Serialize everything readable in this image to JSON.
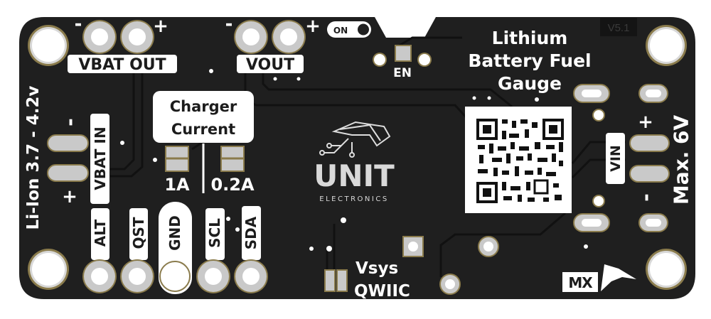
{
  "board": {
    "title_lines": [
      "Lithium",
      "Battery Fuel",
      "Gauge"
    ],
    "version": "V5.1",
    "switch_label": "ON",
    "en_label": "EN",
    "vbat_out_label": "VBAT OUT",
    "vout_label": "VOUT",
    "minus": "-",
    "plus": "+",
    "battery_range": "Li-Ion 3.7 - 4.2v",
    "vbat_in_label": "VBAT IN",
    "charger_lines": [
      "Charger",
      "Current"
    ],
    "current_1a": "1A",
    "current_02a": "0.2A",
    "pins": [
      "ALT",
      "QST",
      "GND",
      "SCL",
      "SDA"
    ],
    "brand": "UNIT",
    "brand_sub": "ELECTRONICS",
    "vsys_label": "Vsys",
    "qwiic_label": "QWIIC",
    "vin_label": "VIN",
    "max_label": "Max. 6V",
    "mx_logo": "MX"
  },
  "colors": {
    "board": "#1f1f1f",
    "silk": "#ffffff",
    "pad": "#c9c9c9",
    "ring": "#8a7b4c"
  }
}
